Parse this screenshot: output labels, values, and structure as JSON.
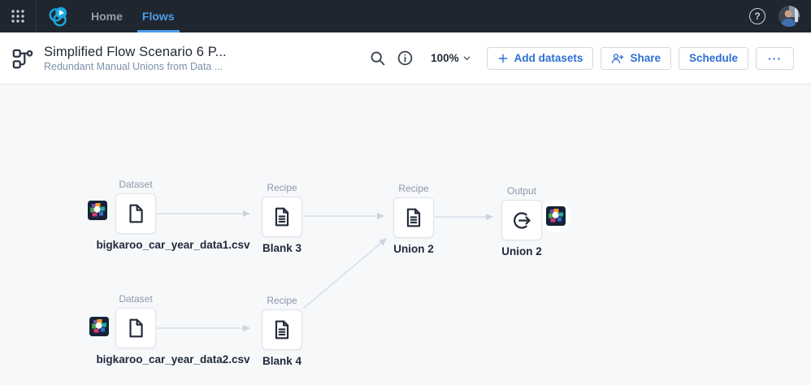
{
  "navbar": {
    "home_tab": "Home",
    "flows_tab": "Flows",
    "help_glyph": "?"
  },
  "header": {
    "title": "Simplified Flow Scenario 6 P...",
    "subtitle": "Redundant Manual Unions from Data ...",
    "zoom_level": "100%",
    "add_datasets_label": "Add datasets",
    "share_label": "Share",
    "schedule_label": "Schedule",
    "more_glyph": "···"
  },
  "flow": {
    "nodes": [
      {
        "type": "Dataset",
        "name": "bigkaroo_car_year_data1.csv"
      },
      {
        "type": "Recipe",
        "name": "Blank 3"
      },
      {
        "type": "Recipe",
        "name": "Union 2"
      },
      {
        "type": "Output",
        "name": "Union 2"
      },
      {
        "type": "Dataset",
        "name": "bigkaroo_car_year_data2.csv"
      },
      {
        "type": "Recipe",
        "name": "Blank 4"
      }
    ],
    "edges": [
      {
        "from": "bigkaroo_car_year_data1.csv",
        "to": "Blank 3"
      },
      {
        "from": "Blank 3",
        "to": "Union 2 (recipe)"
      },
      {
        "from": "Union 2 (recipe)",
        "to": "Union 2 (output)"
      },
      {
        "from": "bigkaroo_car_year_data2.csv",
        "to": "Blank 4"
      },
      {
        "from": "Blank 4",
        "to": "Union 2 (recipe)"
      }
    ],
    "colors": {
      "accent_blue": "#2e6fd3",
      "active_tab_blue": "#4c9fea",
      "edge_gray": "#d9dee7",
      "navbar_dark": "#20262f",
      "canvas_bg": "#f6f8fa"
    }
  }
}
